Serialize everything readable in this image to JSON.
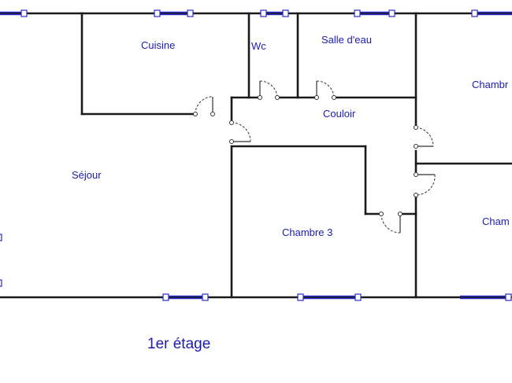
{
  "plan": {
    "level": "1er étage",
    "rooms": {
      "cuisine": "Cuisine",
      "wc": "Wc",
      "salle_eau": "Salle d'eau",
      "chambre_top_right": "Chambr",
      "couloir": "Couloir",
      "sejour": "Séjour",
      "chambre3": "Chambre 3",
      "chambre_bottom_right": "Cham"
    }
  }
}
